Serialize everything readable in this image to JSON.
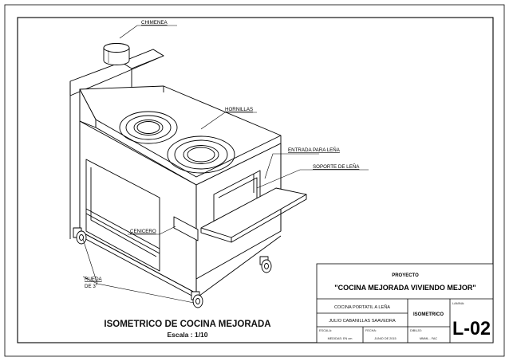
{
  "labels": {
    "chimney": "CHIMENEA",
    "burners": "HORNILLAS",
    "wood_inlet": "ENTRADA PARA LEÑA",
    "wood_support": "SOPORTE DE LEÑA",
    "ash_tray": "CENICERO",
    "wheel_line1": "RUEDA",
    "wheel_line2": "DE 3\""
  },
  "drawing_title": "ISOMETRICO DE COCINA MEJORADA",
  "drawing_scale": "Escala : 1/10",
  "title_block": {
    "project_label": "PROYECTO",
    "project_name": "\"COCINA MEJORADA VIVIENDO MEJOR\"",
    "description": "COCINA PORTATIL A LEÑA",
    "author": "JULIO CABANILLAS SAAVEDRA",
    "view": "ISOMETRICO",
    "sheet_label": "LAMINA:",
    "sheet_number": "L-02",
    "scale_label": "ESCALA:",
    "scale_value": "MEDIDAS: EN cm",
    "date_label": "FECHA:",
    "date_value": "JUNIO DE 2015",
    "drawn_label": "DIBUJO:",
    "drawn_value": "MMML - FAC"
  }
}
